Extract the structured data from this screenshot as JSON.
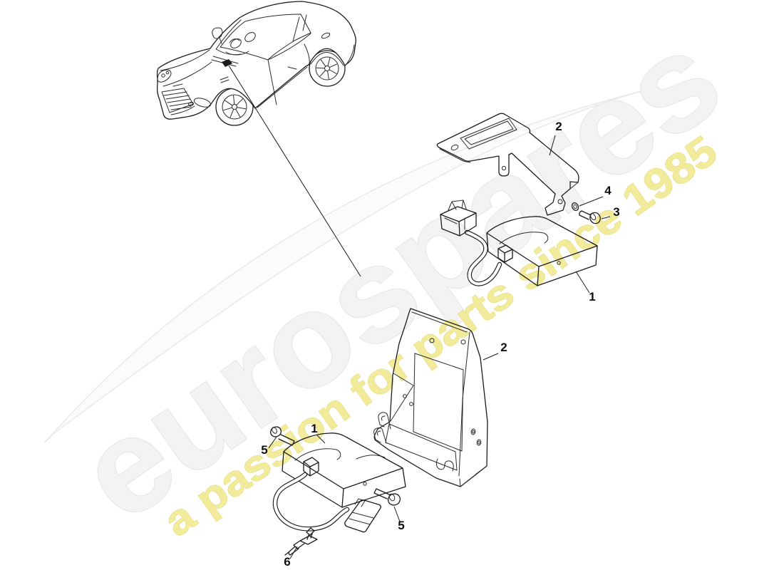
{
  "page": {
    "background": "#ffffff",
    "line_color": "#1c1c1c",
    "label_color": "#101010"
  },
  "watermark": {
    "brand": "eurospares",
    "tagline": "a passion for parts since 1985",
    "brand_fill": "#f3f3f3",
    "brand_outline": "#e8e8e8",
    "tagline_fill": "#f1eb9b",
    "tagline_outline": "#e7dd7c",
    "swoosh_fill": "#fbfbfb",
    "swoosh_outline": "#e9e9e9"
  },
  "diagram": {
    "callouts": [
      {
        "id": "bracket-upper",
        "label": "2"
      },
      {
        "id": "washer",
        "label": "4"
      },
      {
        "id": "bolt",
        "label": "3"
      },
      {
        "id": "module-upper",
        "label": "1"
      },
      {
        "id": "bracket-lower",
        "label": "2"
      },
      {
        "id": "module-lower",
        "label": "1"
      },
      {
        "id": "screw-left",
        "label": "5"
      },
      {
        "id": "screw-right",
        "label": "5"
      },
      {
        "id": "clip",
        "label": "6"
      }
    ]
  }
}
